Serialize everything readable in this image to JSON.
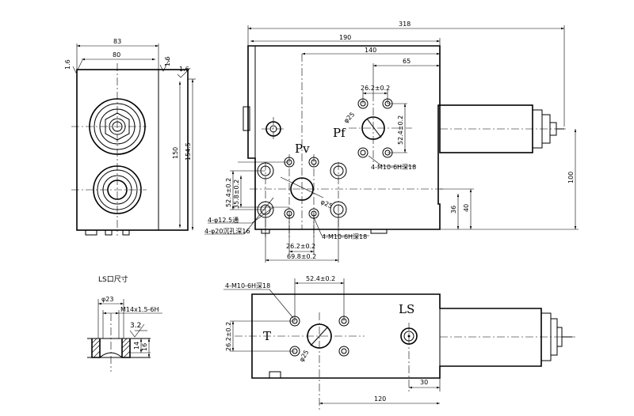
{
  "side_view": {
    "dim_overall_width": "83",
    "dim_inner_width": "80",
    "roughness_left": "1.6",
    "roughness_right": "1.6",
    "roughness_right_2": "1.6",
    "dim_height_150": "150",
    "dim_height_154_5": "154.5"
  },
  "front_view": {
    "dim_318": "318",
    "dim_190": "190",
    "dim_140": "140",
    "dim_65": "65",
    "dim_100": "100",
    "dim_40": "40",
    "dim_36": "36",
    "pf_label": "Pf",
    "pf_dim_26_2": "26.2±0.2",
    "pf_dim_52_4": "52.4±0.2",
    "pf_dia_25": "φ25",
    "pf_thread_note": "4-M10-6H深18",
    "pv_label": "Pv",
    "pv_dim_52_4": "52.4±0.2",
    "pv_dim_35_8": "35.8±0.2",
    "pv_dia_25": "φ25",
    "pv_note_hole": "4-φ12.5通",
    "pv_note_cbore": "4-φ20沉孔深16",
    "pv_thread_note": "4-M10-6H深18",
    "pv_dim_26_2": "26.2±0.2",
    "pv_dim_69_8": "69.8±0.2"
  },
  "ls_detail": {
    "title": "LS口尺寸",
    "dia_23": "φ23",
    "thread": "M14x1.5-6H",
    "roughness": "3.2",
    "depth_14": "14",
    "depth_16": "16"
  },
  "bottom_view": {
    "thread_note": "4-M10-6H深18",
    "dim_52_4": "52.4±0.2",
    "t_label": "T",
    "dim_26_2": "26.2±0.2",
    "dia_25": "φ25",
    "ls_label": "LS",
    "dim_120": "120",
    "dim_30": "30"
  }
}
